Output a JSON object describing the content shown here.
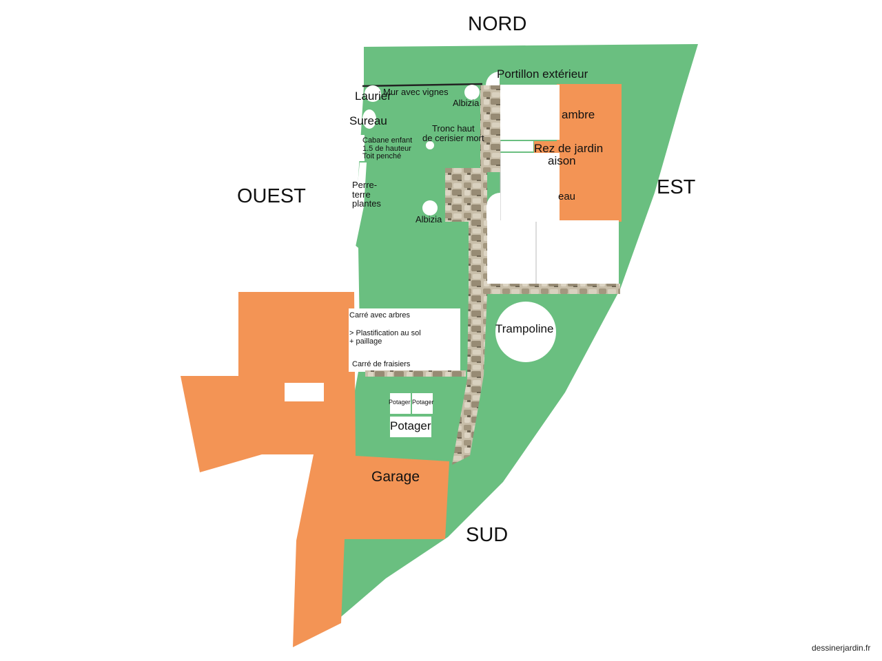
{
  "compass": {
    "north": "NORD",
    "south": "SUD",
    "east": "EST",
    "west": "OUEST"
  },
  "labels": {
    "portillon": "Portillon extérieur",
    "laurier": "Laurier",
    "mur": "Mur avec vignes",
    "albizia_top": "Albizia",
    "sureau": "Sureau",
    "tronc_1": "Tronc haut",
    "tronc_2": "de cerisier mort",
    "cabane_1": "Cabane enfant",
    "cabane_2": "1.5 de hauteur",
    "cabane_3": "Toit penché",
    "chambre": "ambre",
    "rez_1": "Rez de jardin",
    "rez_2": "aison",
    "bureau": "eau",
    "perre_1": "Perre-",
    "perre_2": "terre",
    "perre_3": "plantes",
    "albizia_bottom": "Albizia",
    "carre_1": "Carré avec arbres",
    "carre_2": "> Plastification au sol",
    "carre_3": "+ paillage",
    "fraisiers": "Carré de fraisiers",
    "trampoline": "Trampoline",
    "potager_small_1": "Potager",
    "potager_small_2": "Potager",
    "potager": "Potager",
    "garage": "Garage",
    "credit": "dessinerjardin.fr"
  },
  "colors": {
    "lawn": "#6abf80",
    "building": "#f39455",
    "stone": "#b7ab97",
    "stone_dark": "#8d826f",
    "white": "#ffffff"
  }
}
